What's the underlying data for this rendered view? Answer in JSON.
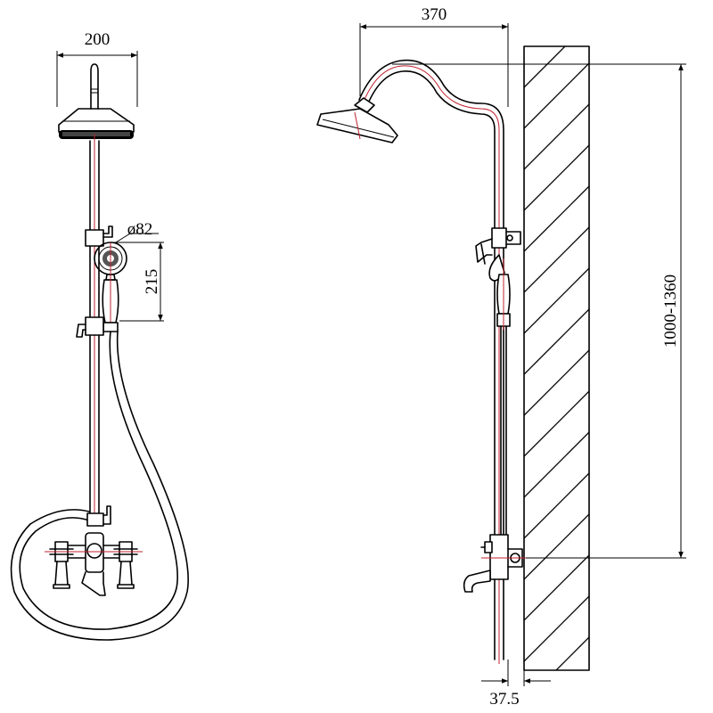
{
  "dimensions": {
    "head_width": "200",
    "hand_shower_diameter": "ø82",
    "hand_shower_spacing": "215",
    "arm_reach": "370",
    "height_range": "1000-1360",
    "wall_offset": "37.5"
  },
  "colors": {
    "line": "#000000",
    "centerline": "#c2202e",
    "background": "#ffffff"
  }
}
